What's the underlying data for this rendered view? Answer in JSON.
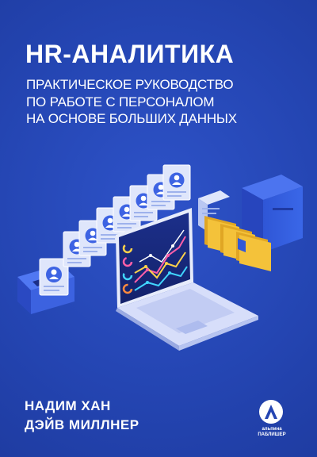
{
  "cover": {
    "title": "HR-АНАЛИТИКА",
    "subtitle_lines": [
      "ПРАКТИЧЕСКОЕ РУКОВОДСТВО",
      "ПО РАБОТЕ С ПЕРСОНАЛОМ",
      "НА ОСНОВЕ БОЛЬШИХ ДАННЫХ"
    ],
    "authors": [
      "НАДИМ ХАН",
      "ДЭЙВ МИЛЛНЕР"
    ],
    "publisher": {
      "name_line1": "альпина",
      "name_line2": "ПАБЛИШЕР"
    }
  },
  "colors": {
    "background": "#2445b2",
    "text": "#ffffff",
    "folder": "#f4c23a",
    "chart_lines": [
      "#ff5fa8",
      "#ffd24a",
      "#41d6ff",
      "#ffffff"
    ]
  }
}
